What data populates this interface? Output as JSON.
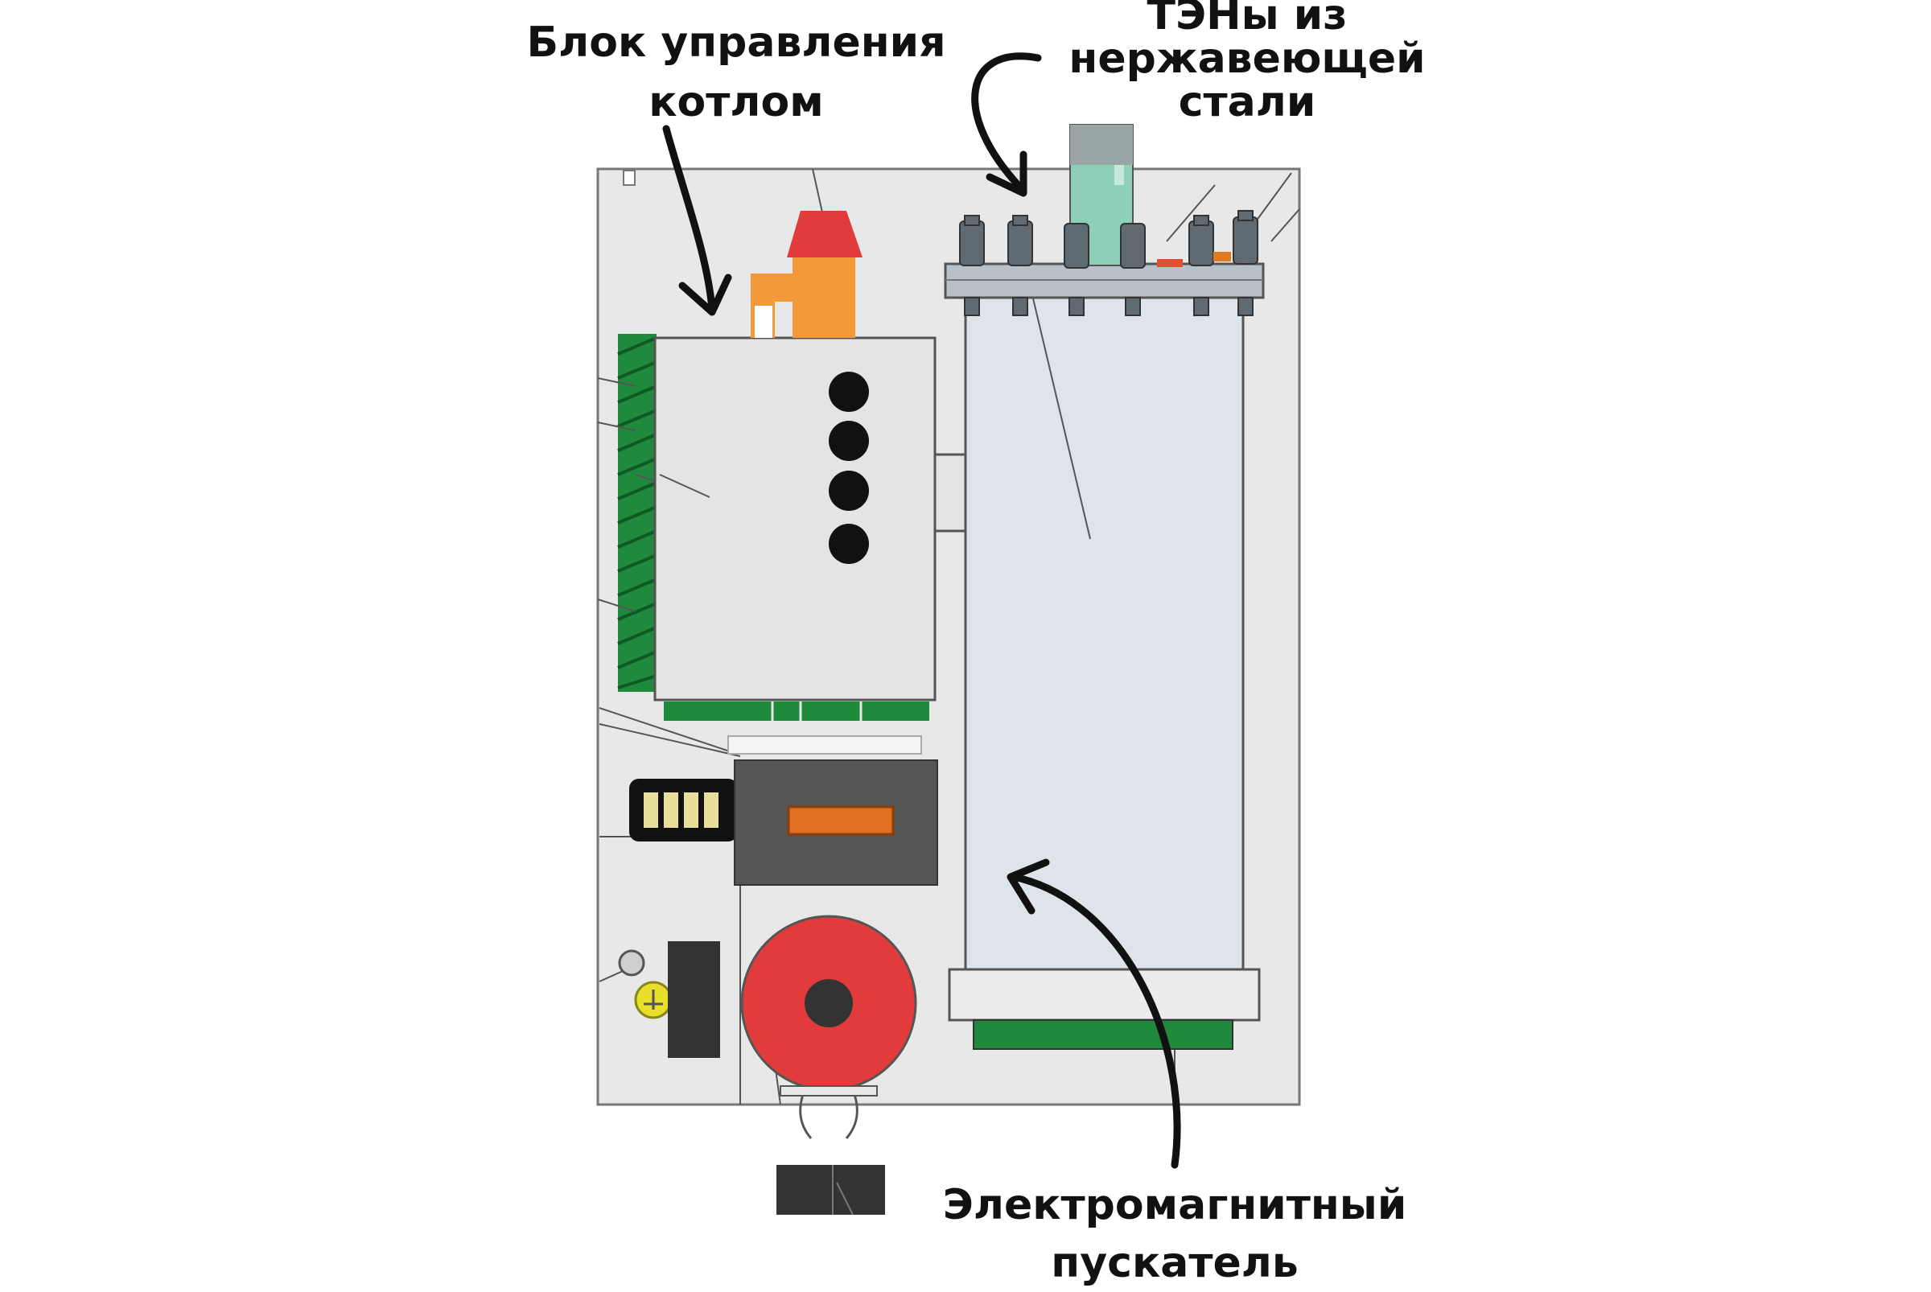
{
  "labels": {
    "control_unit": {
      "line1": "Блок управления",
      "line2": "котлом"
    },
    "heaters": {
      "line1": "ТЭНы из",
      "line2": "нержавеющей",
      "line3": "стали"
    },
    "contactor": {
      "line1": "Электромагнитный",
      "line2": "пускатель"
    }
  },
  "colors": {
    "cabinet": "#e8e8e8",
    "outline": "#555555",
    "tank": "#dfe4ea",
    "green": "#1f8a3c",
    "orange": "#f29a3a",
    "red": "#e23b3b",
    "dark": "#444444",
    "teal": "#8ecfb8",
    "yellow": "#e8df2a",
    "arrow": "#111111"
  },
  "indicators": [
    "indicator-1",
    "indicator-2",
    "indicator-3",
    "indicator-4"
  ]
}
